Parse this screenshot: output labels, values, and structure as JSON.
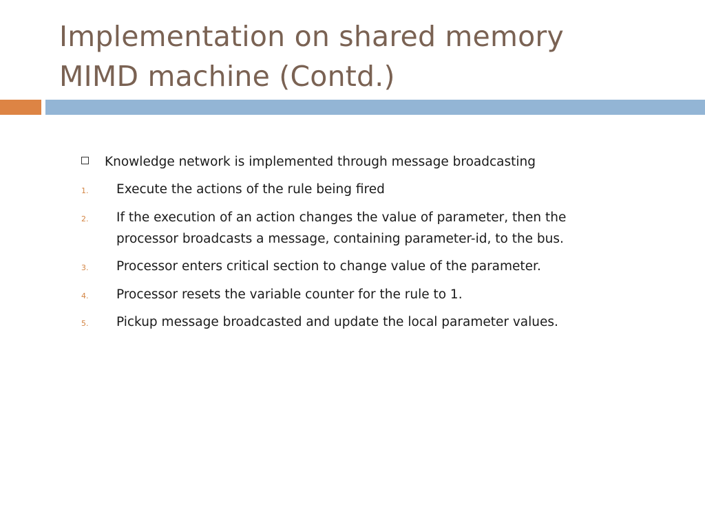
{
  "slide": {
    "title_lines": [
      "Implementation on shared memory",
      "MIMD machine (Contd.)"
    ],
    "colors": {
      "title": "#7a6253",
      "accent_orange": "#dd8444",
      "accent_blue": "#93b5d5",
      "number": "#d38443"
    },
    "bullet": {
      "icon": "square-bullet-icon",
      "text": "Knowledge network is implemented through message broadcasting"
    },
    "numbered_items": [
      {
        "number": "1.",
        "lines": [
          "Execute the actions of the rule being fired"
        ]
      },
      {
        "number": "2.",
        "lines": [
          "If the execution of an action changes the value of parameter, then the",
          "processor broadcasts a message, containing parameter-id, to the bus."
        ]
      },
      {
        "number": "3.",
        "lines": [
          "Processor enters critical section to change value of the parameter."
        ]
      },
      {
        "number": "4.",
        "lines": [
          "Processor resets the variable counter for the rule to 1."
        ]
      },
      {
        "number": "5.",
        "lines": [
          "Pickup message broadcasted and update the local parameter values."
        ]
      }
    ]
  }
}
